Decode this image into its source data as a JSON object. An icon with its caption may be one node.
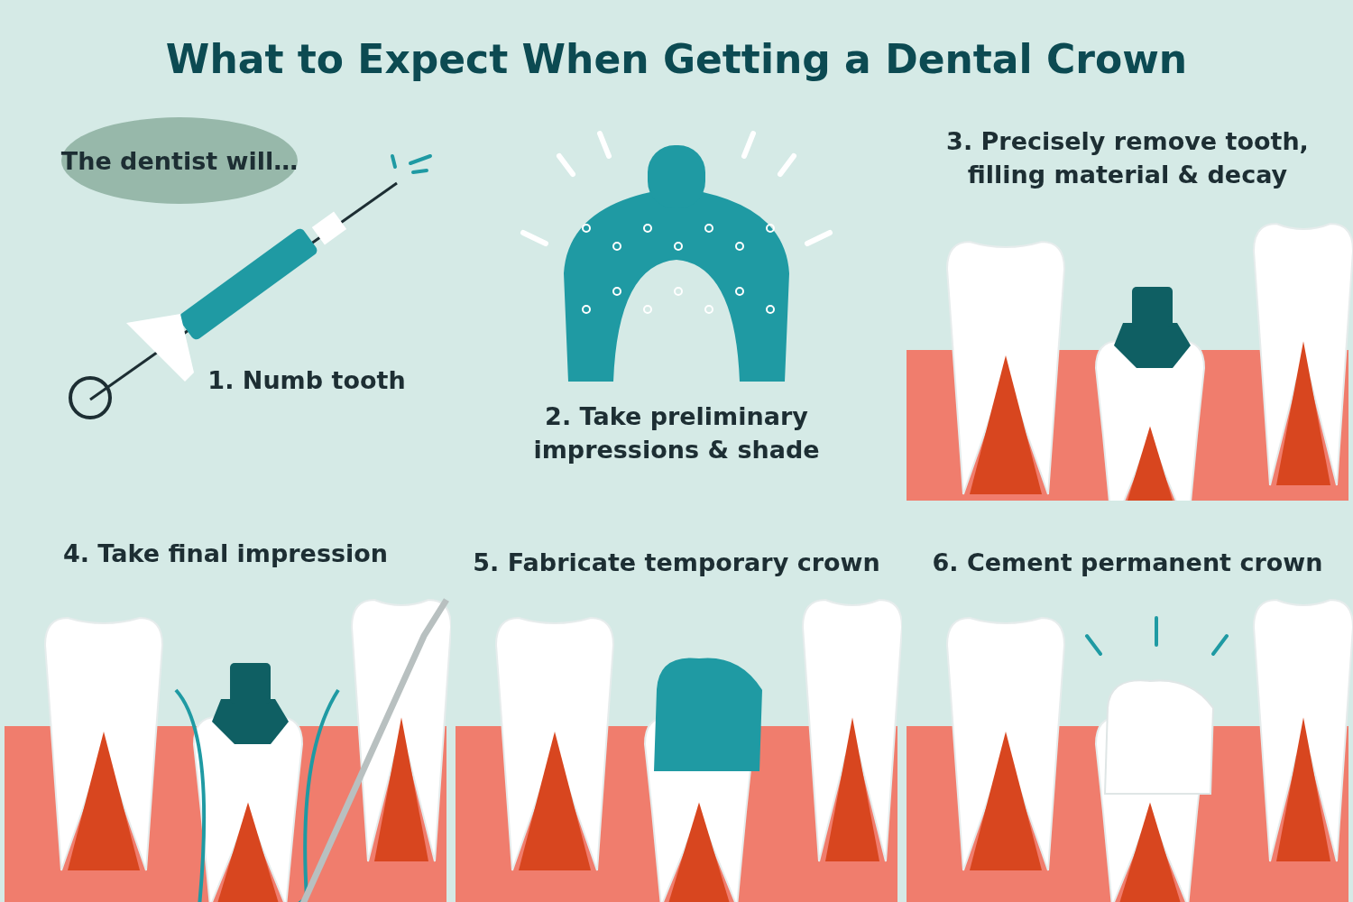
{
  "diagram": {
    "title": "What to Expect When Getting a Dental Crown",
    "nodes": [
      {
        "text": [
          "1. Numb tooth"
        ]
      },
      {
        "text": [
          "The dentist will…"
        ],
        "in": 0
      },
      {
        "text": [
          "2. Take preliminary impressions & shade"
        ]
      },
      {
        "text": [
          "3. Precisely remove tooth, filling material & decay"
        ]
      },
      {
        "text": [
          "4. Take final impression"
        ]
      },
      {
        "text": [
          "5. Fabricate temporary crown"
        ]
      },
      {
        "text": [
          "6. Cement permanent crown"
        ]
      }
    ]
  }
}
